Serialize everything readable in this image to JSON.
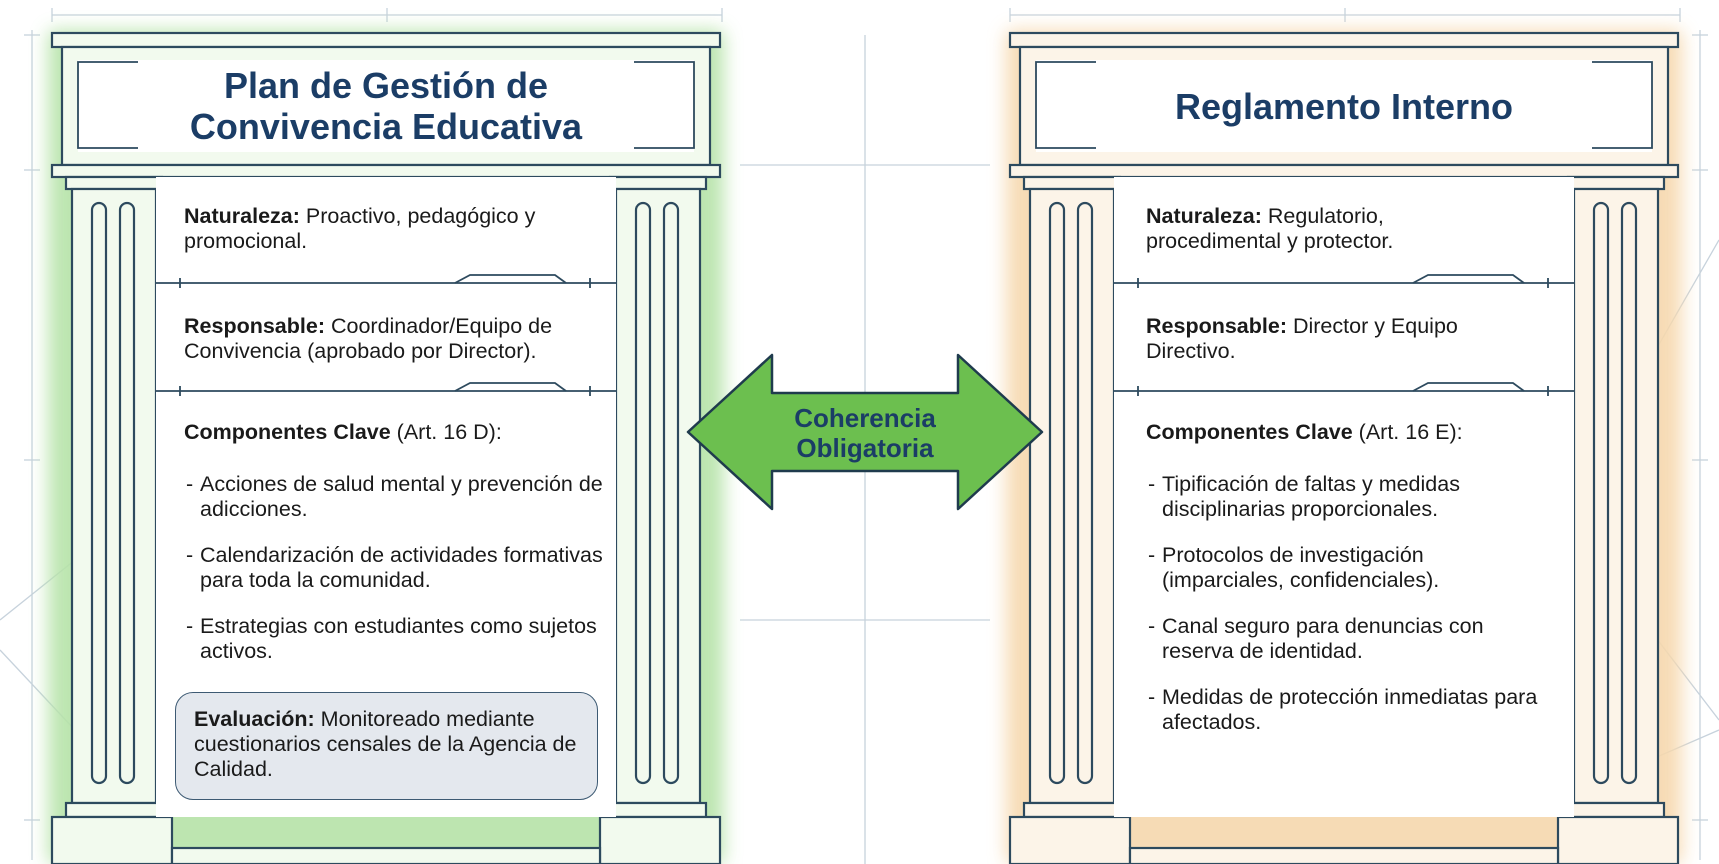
{
  "left": {
    "title_line1": "Plan de Gestión de",
    "title_line2": "Convivencia Educativa",
    "naturaleza_label": "Naturaleza:",
    "naturaleza_text": "Proactivo, pedagógico y promocional.",
    "responsable_label": "Responsable:",
    "responsable_text": "Coordinador/Equipo de Convivencia (aprobado por Director).",
    "componentes_label": "Componentes Clave",
    "componentes_ref": "(Art. 16 D):",
    "items": [
      "Acciones de salud mental y prevención de adicciones.",
      "Calendarización de actividades formativas para toda la comunidad.",
      "Estrategias con estudiantes como sujetos activos."
    ],
    "evaluacion_label": "Evaluación:",
    "evaluacion_text": "Monitoreado mediante cuestionarios censales de la Agencia de Calidad."
  },
  "center": {
    "arrow_line1": "Coherencia",
    "arrow_line2": "Obligatoria"
  },
  "right": {
    "title": "Reglamento Interno",
    "naturaleza_label": "Naturaleza:",
    "naturaleza_text": "Regulatorio, procedimental y protector.",
    "responsable_label": "Responsable:",
    "responsable_text": "Director y Equipo Directivo.",
    "componentes_label": "Componentes Clave",
    "componentes_ref": "(Art. 16 E):",
    "items": [
      "Tipificación de faltas y medidas disciplinarias proporcionales.",
      "Protocolos de investigación (imparciales, confidenciales).",
      "Canal seguro para denuncias con reserva de identidad.",
      "Medidas de protección inmediatas para afectados."
    ]
  },
  "colors": {
    "left_glow": "#b6e3a8",
    "left_fill": "#eaf7e4",
    "right_glow": "#f6d8ad",
    "right_fill": "#fbf1e2",
    "arrow_fill": "#6cbf4f",
    "outline": "#2d4a5e",
    "title_text": "#1b3d66"
  }
}
